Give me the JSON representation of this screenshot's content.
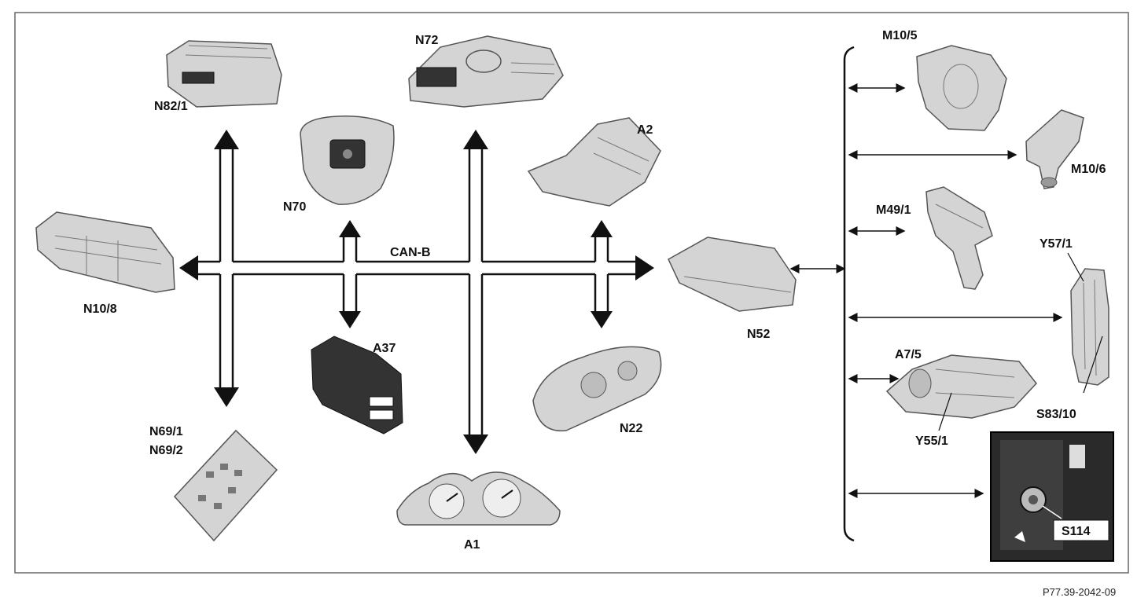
{
  "bus": {
    "label": "CAN-B"
  },
  "components": {
    "n82_1": "N82/1",
    "n72": "N72",
    "n70": "N70",
    "a2": "A2",
    "n10_8": "N10/8",
    "a37": "A37",
    "n22": "N22",
    "n69_1": "N69/1",
    "n69_2": "N69/2",
    "a1": "A1",
    "n52": "N52",
    "m10_5": "M10/5",
    "m10_6": "M10/6",
    "m49_1": "M49/1",
    "y57_1": "Y57/1",
    "a7_5": "A7/5",
    "y55_1": "Y55/1",
    "s83_10": "S83/10",
    "s114": "S114"
  },
  "figure_id": "P77.39-2042-09"
}
